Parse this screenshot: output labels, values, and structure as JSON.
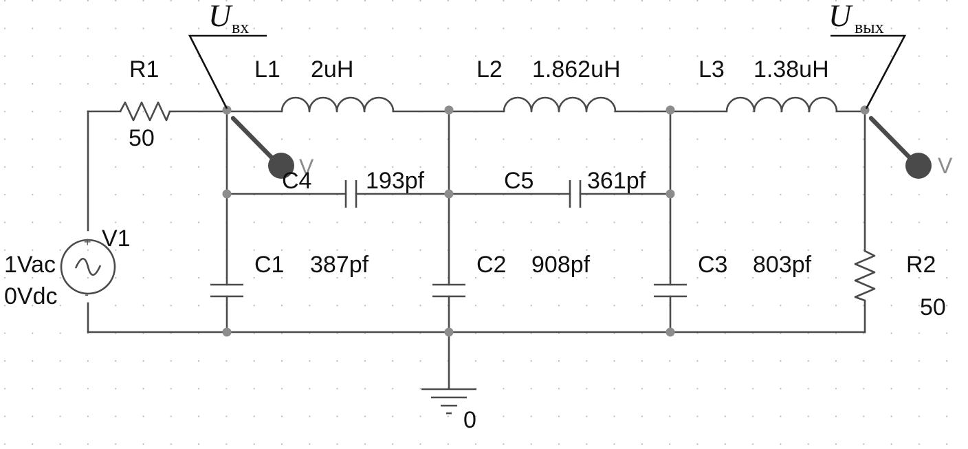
{
  "components": {
    "R1": {
      "name": "R1",
      "value": "50"
    },
    "L1": {
      "name": "L1",
      "value": "2uH"
    },
    "L2": {
      "name": "L2",
      "value": "1.862uH"
    },
    "L3": {
      "name": "L3",
      "value": "1.38uH"
    },
    "C1": {
      "name": "C1",
      "value": "387pf"
    },
    "C2": {
      "name": "C2",
      "value": "908pf"
    },
    "C3": {
      "name": "C3",
      "value": "803pf"
    },
    "C4": {
      "name": "C4",
      "value": "193pf"
    },
    "C5": {
      "name": "C5",
      "value": "361pf"
    },
    "R2": {
      "name": "R2",
      "value": "50"
    },
    "V1": {
      "name": "V1",
      "ac": "1Vac",
      "dc": "0Vdc",
      "plus": "+",
      "minus": "-"
    }
  },
  "probes": {
    "input": {
      "symbol": "U",
      "subscript": "вх",
      "marker": "V"
    },
    "output": {
      "symbol": "U",
      "subscript": "вых",
      "marker": "V"
    }
  },
  "ground": {
    "label": "0"
  }
}
